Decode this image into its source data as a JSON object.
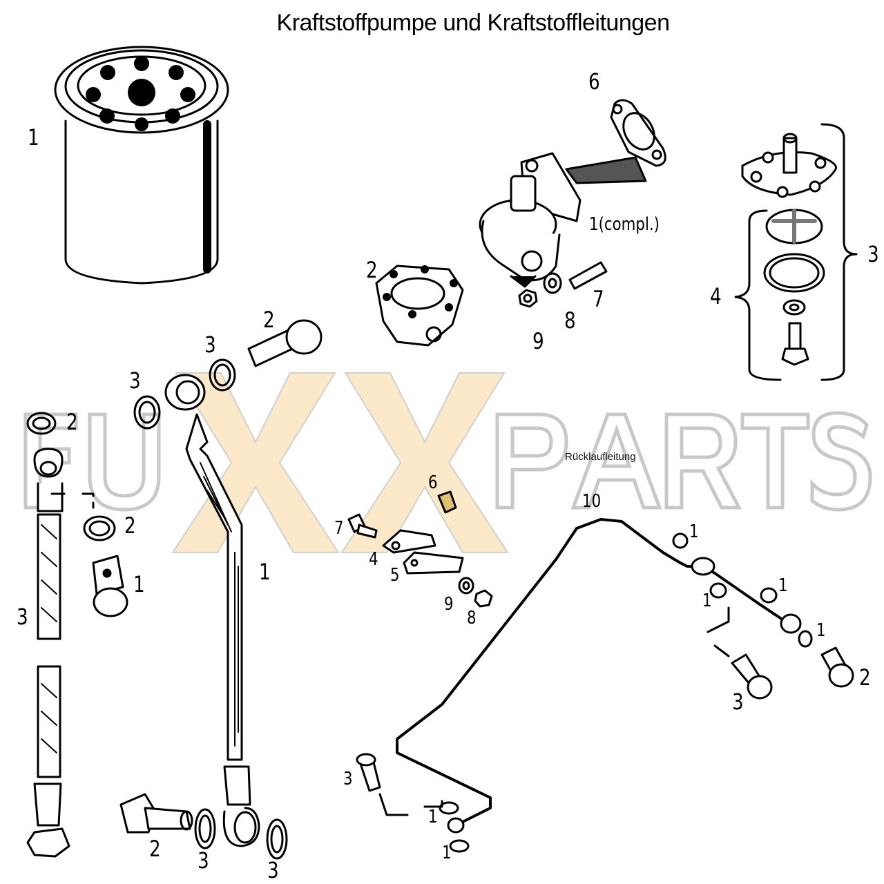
{
  "title": "Kraftstoffpumpe und Kraftstoffleitungen",
  "watermark": {
    "text_parts": [
      "FU",
      "XX",
      "PARTS"
    ],
    "outline_color": "#c8c8c8",
    "x_fill_color": "#fbe6c0"
  },
  "groups": [
    {
      "id": "fuel-filter",
      "labels": [
        "1"
      ]
    },
    {
      "id": "fuel-pump",
      "labels": [
        "6",
        "1(compl.)",
        "2",
        "7",
        "8",
        "9"
      ]
    },
    {
      "id": "pump-repair-kit",
      "labels": [
        "3",
        "4"
      ]
    },
    {
      "id": "hose-left",
      "labels": [
        "2",
        "2",
        "1",
        "3"
      ]
    },
    {
      "id": "hose-middle",
      "labels": [
        "3",
        "3",
        "2",
        "1",
        "2",
        "3",
        "3"
      ]
    },
    {
      "id": "bracket",
      "labels": [
        "6",
        "7",
        "4",
        "5",
        "9",
        "8"
      ]
    },
    {
      "id": "return-line",
      "title": "Rücklaufleitung",
      "labels": [
        "10",
        "1",
        "1",
        "1",
        "1",
        "2",
        "3",
        "3",
        "1",
        "1"
      ]
    }
  ],
  "labels": {
    "filter_1": "1",
    "pump_6": "6",
    "pump_compl": "1(compl.)",
    "pump_2": "2",
    "pump_7": "7",
    "pump_8": "8",
    "pump_9": "9",
    "kit_3": "3",
    "kit_4": "4",
    "hm_2_top": "2",
    "hm_3_a": "3",
    "hm_3_b": "3",
    "hl_2_top": "2",
    "hl_2_mid": "2",
    "hl_1": "1",
    "hl_3": "3",
    "hm_1": "1",
    "hb_2": "2",
    "hb_3_a": "3",
    "hb_3_b": "3",
    "br_6": "6",
    "br_7": "7",
    "br_4": "4",
    "br_5": "5",
    "br_9": "9",
    "br_8": "8",
    "rl_title": "Rücklaufleitung",
    "rl_10": "10",
    "rl_1_a": "1",
    "rl_1_b": "1",
    "rl_1_c": "1",
    "rl_1_d": "1",
    "rl_2": "2",
    "rl_3_right": "3",
    "rl_3_left": "3",
    "rl_1_e": "1",
    "rl_1_f": "1"
  }
}
